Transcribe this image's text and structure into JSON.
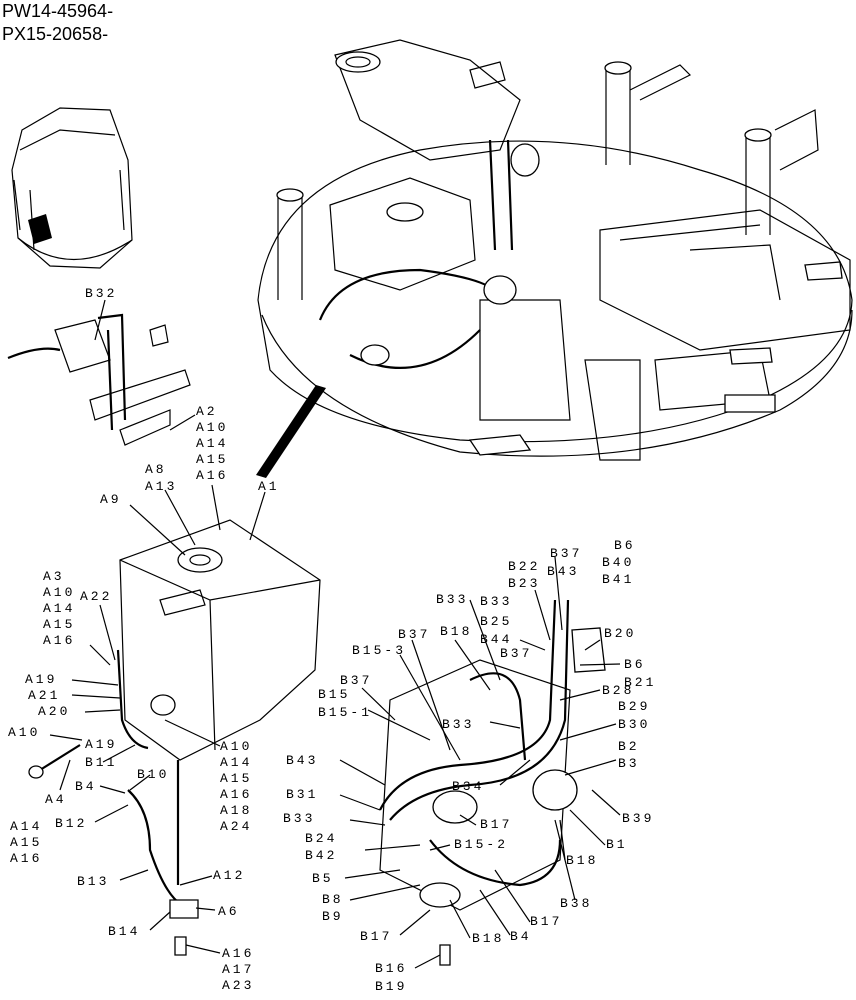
{
  "header": {
    "line1": "PW14-45964-",
    "line2": "PX15-20658-"
  },
  "labels": {
    "b32": "B32",
    "a2": "A2",
    "a10_top": "A10",
    "a14_top": "A14",
    "a15_top": "A15",
    "a16_top": "A16",
    "a8": "A8",
    "a13": "A13",
    "a1": "A1",
    "a9": "A9",
    "a3": "A3",
    "a10_l": "A10",
    "a14_l": "A14",
    "a15_l": "A15",
    "a16_l": "A16",
    "a22": "A22",
    "a19": "A19",
    "a21": "A21",
    "a20": "A20",
    "a10_b": "A10",
    "a19_b": "A19",
    "b11": "B11",
    "b10": "B10",
    "b4_l": "B4",
    "a4": "A4",
    "a14_bl": "A14",
    "a15_bl": "A15",
    "a16_bl": "A16",
    "b12": "B12",
    "a10_r": "A10",
    "a14_r": "A14",
    "a15_r": "A15",
    "a16_r": "A16",
    "a18": "A18",
    "a24": "A24",
    "b13": "B13",
    "a12": "A12",
    "a6": "A6",
    "b14": "B14",
    "a16_bot": "A16",
    "a17": "A17",
    "a23": "A23",
    "b6": "B6",
    "b37_t": "B37",
    "b40": "B40",
    "b41": "B41",
    "b22": "B22",
    "b43_t": "B43",
    "b23": "B23",
    "b33_a": "B33",
    "b33_b": "B33",
    "b25": "B25",
    "b44": "B44",
    "b37_m": "B37",
    "b18_t": "B18",
    "b15_3": "B15-3",
    "b20": "B20",
    "b6_r": "B6",
    "b21": "B21",
    "b28": "B28",
    "b37_l": "B37",
    "b15": "B15",
    "b15_1": "B15-1",
    "b29": "B29",
    "b30": "B30",
    "b33_c": "B33",
    "b43_l": "B43",
    "b2": "B2",
    "b3": "B3",
    "b34": "B34",
    "b31": "B31",
    "b39": "B39",
    "b33_d": "B33",
    "b17_a": "B17",
    "b24": "B24",
    "b42": "B42",
    "b15_2": "B15-2",
    "b1": "B1",
    "b18_r": "B18",
    "b5": "B5",
    "b8": "B8",
    "b9": "B9",
    "b38": "B38",
    "b17_b": "B17",
    "b4_r": "B4",
    "b17_c": "B17",
    "b18_b": "B18",
    "b16": "B16",
    "b19": "B19"
  }
}
